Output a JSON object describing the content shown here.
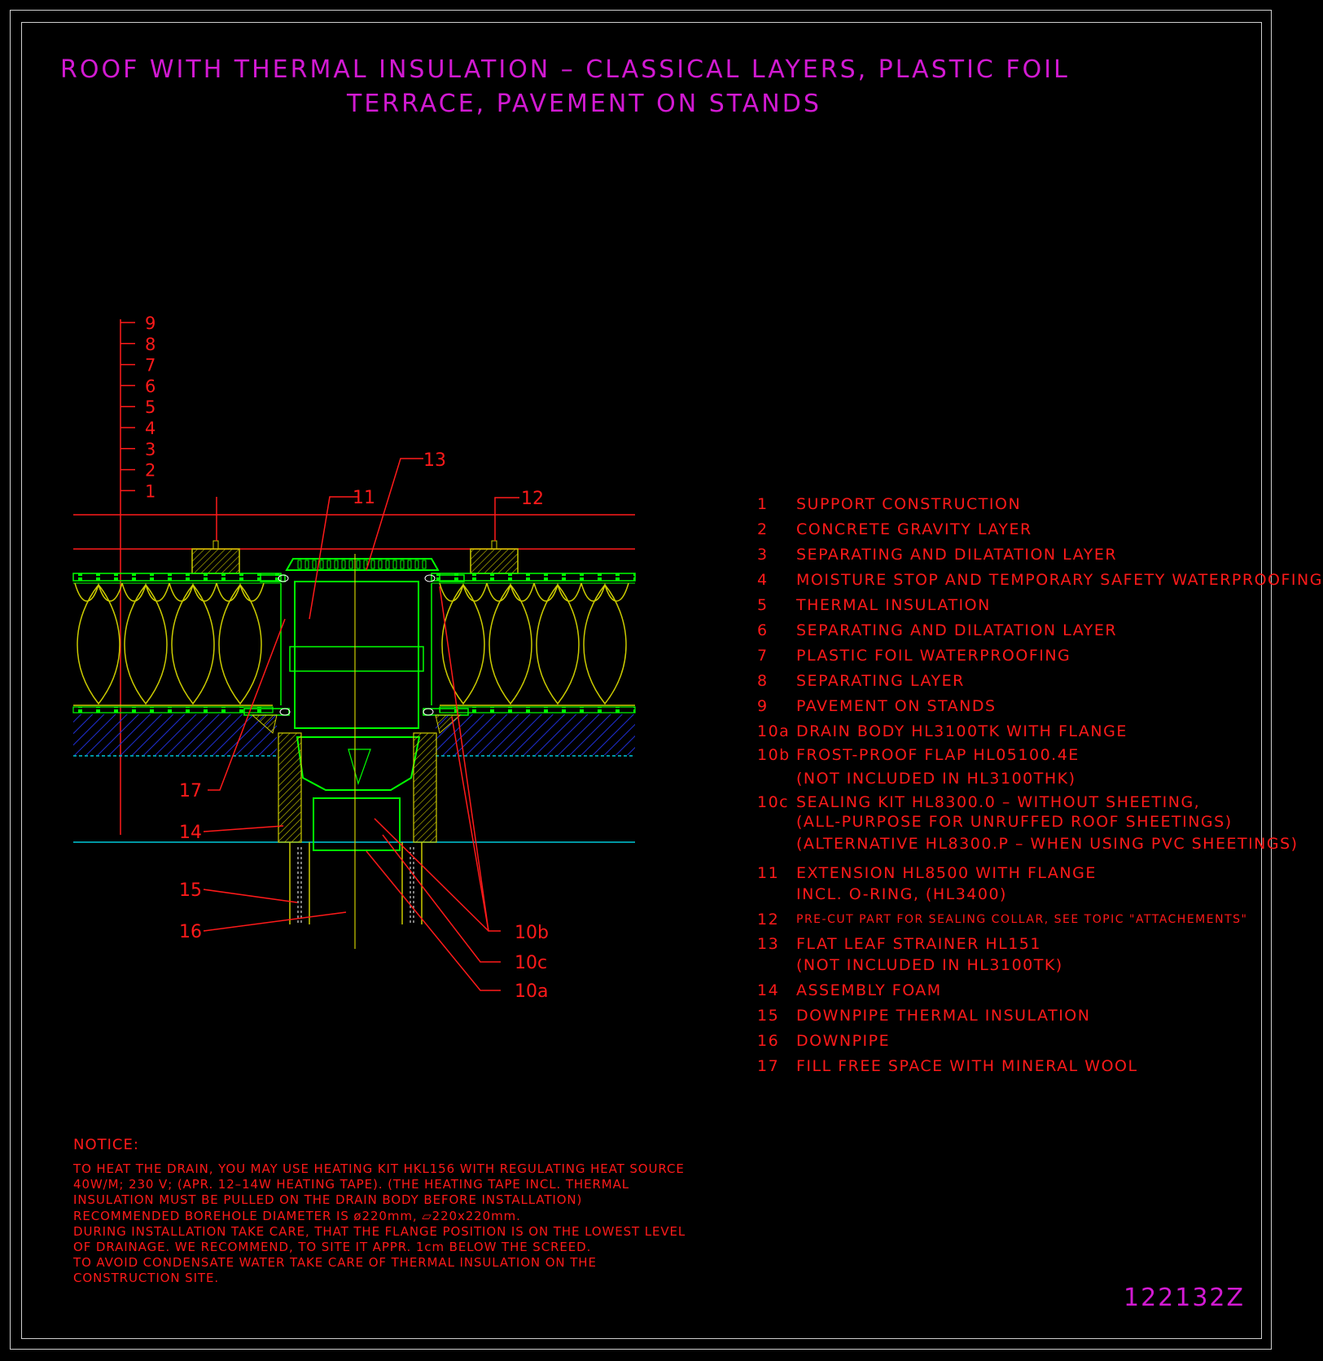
{
  "title": {
    "line1": "ROOF WITH THERMAL INSULATION – CLASSICAL LAYERS, PLASTIC FOIL",
    "line2": "TERRACE, PAVEMENT ON STANDS"
  },
  "colors": {
    "background": "#000000",
    "title": "#d21ad2",
    "annotation": "#ff1a1a",
    "insulation": "#cccc00",
    "waterproofing": "#00ff00",
    "concrete": "#1f2fd6",
    "screed_line": "#00c8d8",
    "frame": "#cfcfcf"
  },
  "layer_scale": [
    "9",
    "8",
    "7",
    "6",
    "5",
    "4",
    "3",
    "2",
    "1"
  ],
  "callouts": {
    "c13": "13",
    "c11": "11",
    "c12": "12",
    "c17": "17",
    "c14": "14",
    "c15": "15",
    "c16": "16",
    "c10b": "10b",
    "c10c": "10c",
    "c10a": "10a"
  },
  "legend": [
    {
      "num": "1",
      "text": "SUPPORT CONSTRUCTION"
    },
    {
      "num": "2",
      "text": "CONCRETE GRAVITY LAYER"
    },
    {
      "num": "3",
      "text": "SEPARATING AND DILATATION LAYER"
    },
    {
      "num": "4",
      "text": "MOISTURE STOP AND TEMPORARY SAFETY WATERPROOFING"
    },
    {
      "num": "5",
      "text": "THERMAL INSULATION"
    },
    {
      "num": "6",
      "text": "SEPARATING AND DILATATION LAYER"
    },
    {
      "num": "7",
      "text": "PLASTIC FOIL WATERPROOFING"
    },
    {
      "num": "8",
      "text": "SEPARATING LAYER"
    },
    {
      "num": "9",
      "text": "PAVEMENT ON STANDS"
    },
    {
      "num": "10a",
      "text": "DRAIN BODY HL3100TK WITH FLANGE"
    },
    {
      "num": "10b",
      "text": "FROST-PROOF FLAP HL05100.4E"
    },
    {
      "num": "",
      "text": "(NOT INCLUDED IN HL3100THK)"
    },
    {
      "num": "10c",
      "text": "SEALING KIT HL8300.0 – WITHOUT SHEETING,"
    },
    {
      "num": "",
      "text": "(ALL-PURPOSE FOR UNRUFFED ROOF SHEETINGS)"
    },
    {
      "num": "",
      "text": "(ALTERNATIVE HL8300.P – WHEN USING PVC SHEETINGS)"
    },
    {
      "num": "11",
      "text": "EXTENSION HL8500 WITH FLANGE"
    },
    {
      "num": "",
      "text": "INCL. O-RING, (HL3400)"
    },
    {
      "num": "12",
      "text": "PRE-CUT PART FOR SEALING COLLAR, SEE TOPIC \"ATTACHEMENTS\""
    },
    {
      "num": "13",
      "text": "FLAT LEAF STRAINER HL151"
    },
    {
      "num": "",
      "text": "(NOT INCLUDED IN HL3100TK)"
    },
    {
      "num": "14",
      "text": "ASSEMBLY FOAM"
    },
    {
      "num": "15",
      "text": "DOWNPIPE THERMAL INSULATION"
    },
    {
      "num": "16",
      "text": "DOWNPIPE"
    },
    {
      "num": "17",
      "text": "FILL FREE SPACE WITH MINERAL WOOL"
    }
  ],
  "notice": {
    "heading": "NOTICE:",
    "lines": [
      "TO HEAT THE DRAIN, YOU MAY USE HEATING KIT HKL156 WITH REGULATING HEAT SOURCE",
      "40W/M; 230 V;  (APR. 12–14W HEATING TAPE). (THE HEATING TAPE INCL. THERMAL",
      "INSULATION MUST BE PULLED ON THE DRAIN BODY BEFORE INSTALLATION)",
      "RECOMMENDED BOREHOLE DIAMETER IS ø220mm, ▱220x220mm.",
      "DURING INSTALLATION TAKE CARE, THAT THE FLANGE POSITION IS ON THE LOWEST LEVEL",
      "OF DRAINAGE. WE RECOMMEND, TO SITE IT APPR. 1cm BELOW THE SCREED.",
      "TO AVOID CONDENSATE WATER TAKE CARE OF THERMAL INSULATION ON THE",
      "CONSTRUCTION SITE."
    ]
  },
  "drawing_code": "122132Z"
}
